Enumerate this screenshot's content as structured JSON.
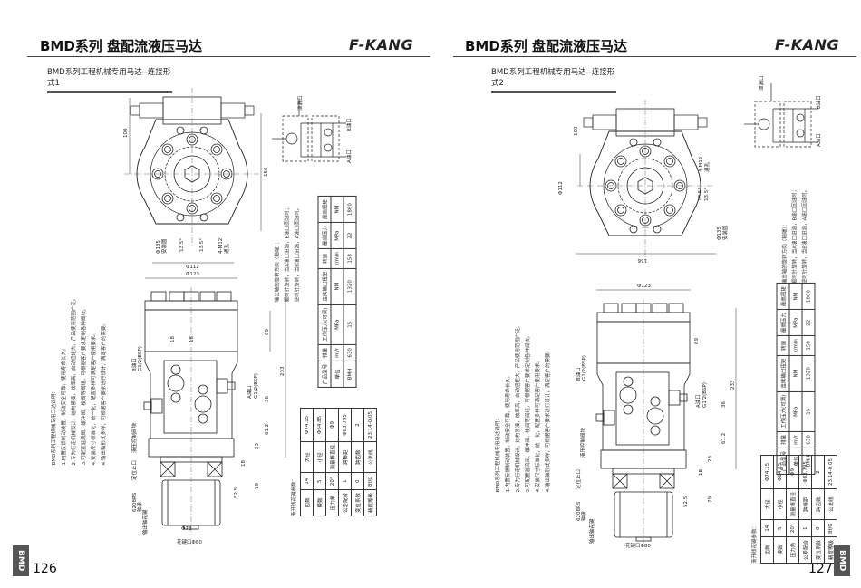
{
  "header": {
    "series_title": "BMD系列 盘配流液压马达",
    "brand": "F-KANG"
  },
  "pages": [
    {
      "number": "126",
      "tab": "BMD",
      "subtitle": "BMD系列工程机械专用马达--连接形式1"
    },
    {
      "number": "127",
      "tab": "BMD",
      "subtitle": "BMD系列工程机械专用马达--连接形式2"
    }
  ],
  "notes": {
    "title": "BMD系列工程机械专用马达说明：",
    "items": [
      "1.内置反馈制动装置，制动安全可靠，使用寿命长久。",
      "2.专为行走机械设计，结构紧凑，效率高，启动扭矩大，产品使用范围广泛。",
      "3.可配置溢流阀、缓冲阀、梭阀等阀组，可根据客户要求定制各种阀块。",
      "4.安装尺寸标准化，统一化，配置多样可满足客户使用要求。",
      "4.输出轴形式多样，可根据客户要求进行设计，满足客户的需要。"
    ]
  },
  "rotation": {
    "title": "输出轴的旋转方向（轴端）：",
    "cw": "顺时针旋转，当A油口进油，B油口回油时；",
    "ccw": "逆时针旋转，当B油口进油，A油口回油时。"
  },
  "params": {
    "headers": [
      "产品型号",
      "排量",
      "工作压力(可调)",
      "连续输出扭矩",
      "转速",
      "最高压力",
      "最高扭矩"
    ],
    "units": [
      "单位",
      "ml/r",
      "MPa",
      "NM",
      "r/min",
      "MPa",
      "NM"
    ],
    "values": [
      "BMH",
      "630",
      "15",
      "1320",
      "158",
      "22",
      "1860"
    ]
  },
  "spline": {
    "title": "渐开线花键参数：",
    "rows": [
      [
        "齿数",
        "14",
        "大径",
        "Φ74.15"
      ],
      [
        "模数",
        "5",
        "小径",
        "Φ64.85"
      ],
      [
        "压力角",
        "20°",
        "测量棒直径",
        "Φ9"
      ],
      [
        "公差配合",
        "1",
        "跨棒距",
        "Φ83.795"
      ],
      [
        "变位系数",
        "0",
        "跨齿数",
        "2"
      ],
      [
        "精度等级",
        "8f/G",
        "公法线",
        "23.14-0.05"
      ]
    ]
  },
  "schematic": {
    "drain": "泄漏口",
    "port_b": "B油口",
    "port_a": "A油口"
  },
  "dims": {
    "d100": "100",
    "d156": "156",
    "d112": "Φ112",
    "d135": "Φ135",
    "d135b": "安装圆",
    "a135": "13.5°",
    "m12": "4-M12",
    "m12b": "通孔",
    "d123": "Φ123",
    "d69": "69",
    "d233": "233",
    "d36": "36",
    "d612": "61.2",
    "d23": "23",
    "d6": "6",
    "d18": "18",
    "d79": "79",
    "d525": "52.5",
    "d14": "18",
    "bport": "B油口",
    "aport": "A油口",
    "gport": "G1/2(BSP)",
    "valve": "液压控制阀块",
    "stop": "定位止口",
    "bearing": "6208RS",
    "bearing2": "轴承",
    "spl": "输出轴花键",
    "d78": "Φ78",
    "d80": "花键口Φ80"
  }
}
